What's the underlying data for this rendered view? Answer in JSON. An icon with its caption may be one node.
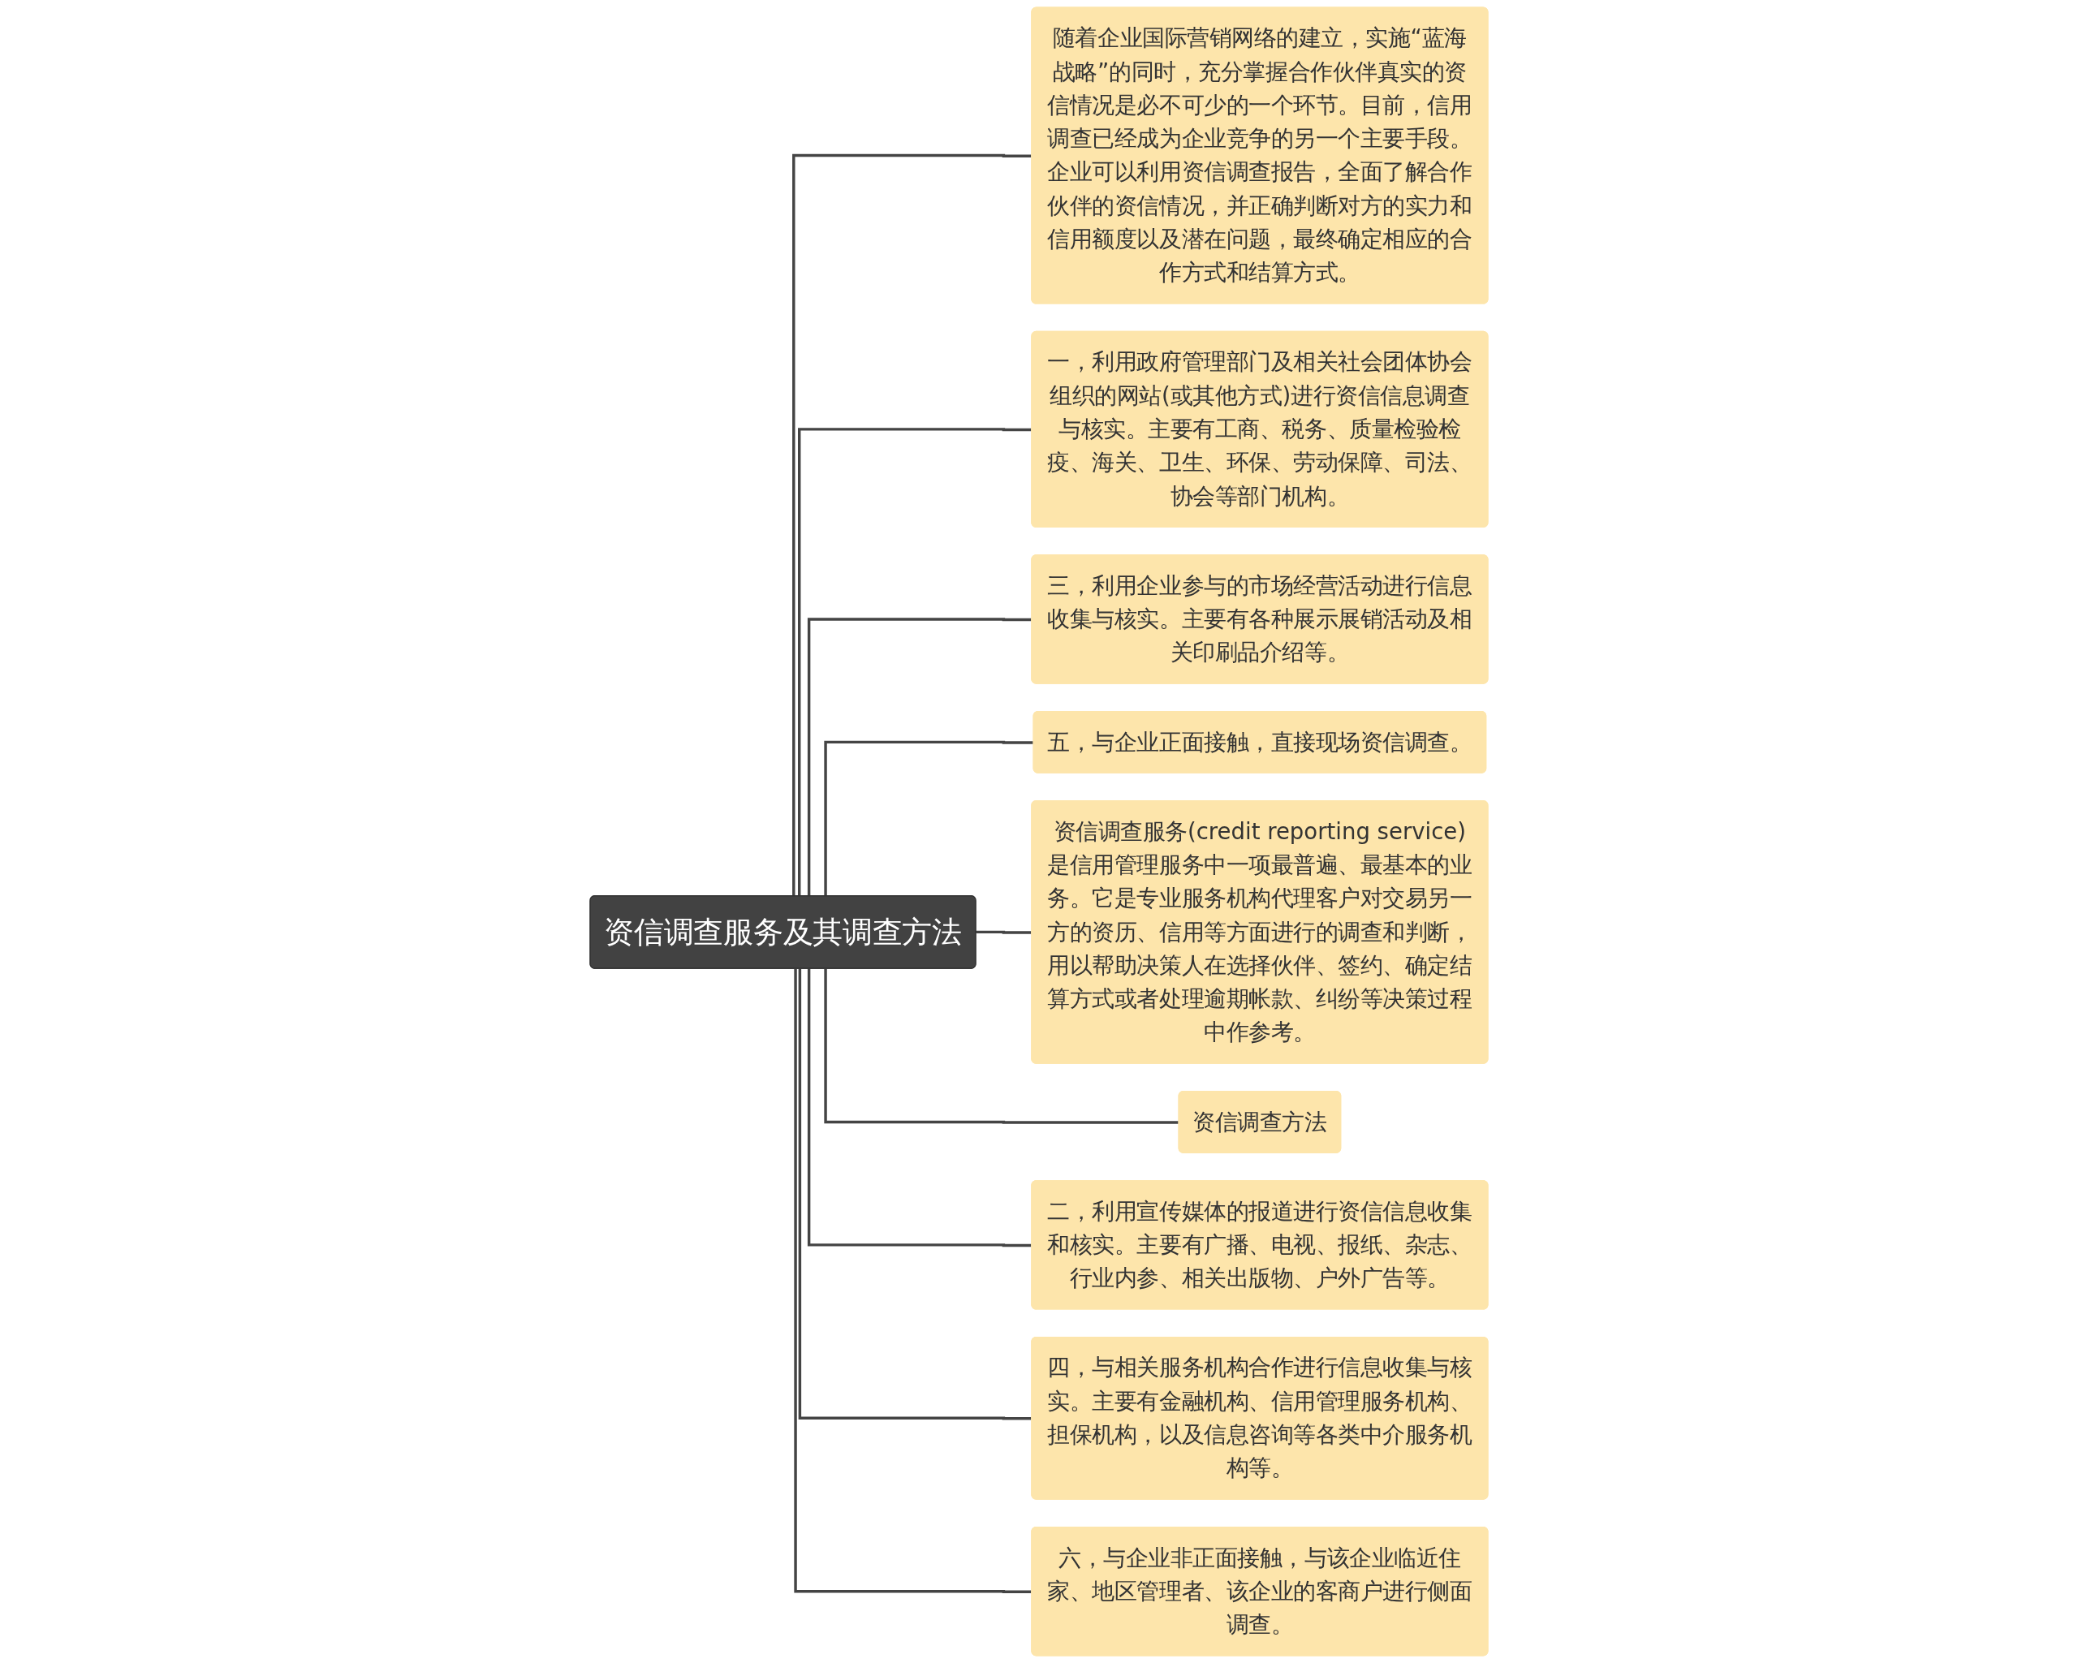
{
  "diagram": {
    "nodes": [
      {
        "text": [
          "资信调查服务及其调查方法"
        ]
      },
      {
        "text": [
          "随着企业国际营销网络的建立，实施“蓝海战略”的同时，充分掌握合作伙伴真实的资信情况是必不可少的一个环节。目前，信用调查已经成为企业竞争的另一个主要手段。企业可以利用资信调查报告，全面了解合作伙伴的资信情况，并正确判断对方的实力和信用额度以及潜在问题，最终确定相应的合作方式和结算方式。"
        ]
      },
      {
        "text": [
          "一，利用政府管理部门及相关社会团体协会组织的网站(或其他方式)进行资信信息调查与核实。主要有工商、税务、质量检验检疫、海关、卫生、环保、劳动保障、司法、协会等部门机构。"
        ]
      },
      {
        "text": [
          "三，利用企业参与的市场经营活动进行信息收集与核实。主要有各种展示展销活动及相关印刷品介绍等。"
        ]
      },
      {
        "text": [
          "五，与企业正面接触，直接现场资信调查。"
        ]
      },
      {
        "text": [
          "资信调查服务(credit reporting service)是信用管理服务中一项最普遍、最基本的业务。它是专业服务机构代理客户对交易另一方的资历、信用等方面进行的调查和判断，用以帮助决策人在选择伙伴、签约、确定结算方式或者处理逾期帐款、纠纷等决策过程中作参考。"
        ]
      },
      {
        "text": [
          "资信调查方法"
        ]
      },
      {
        "text": [
          "二，利用宣传媒体的报道进行资信信息收集和核实。主要有广播、电视、报纸、杂志、行业内参、相关出版物、户外广告等。"
        ]
      },
      {
        "text": [
          "四，与相关服务机构合作进行信息收集与核实。主要有金融机构、信用管理服务机构、担保机构，以及信息咨询等各类中介服务机构等。"
        ]
      },
      {
        "text": [
          "六，与企业非正面接触，与该企业临近住家、地区管理者、该企业的客商户进行侧面调查。"
        ]
      }
    ],
    "edges": [
      {
        "from": 0,
        "to": 1,
        "arrow": "none"
      },
      {
        "from": 0,
        "to": 2,
        "arrow": "none"
      },
      {
        "from": 0,
        "to": 3,
        "arrow": "none"
      },
      {
        "from": 0,
        "to": 4,
        "arrow": "none"
      },
      {
        "from": 0,
        "to": 5,
        "arrow": "none"
      },
      {
        "from": 0,
        "to": 6,
        "arrow": "none"
      },
      {
        "from": 0,
        "to": 7,
        "arrow": "none"
      },
      {
        "from": 0,
        "to": 8,
        "arrow": "none"
      },
      {
        "from": 0,
        "to": 9,
        "arrow": "none"
      }
    ]
  }
}
